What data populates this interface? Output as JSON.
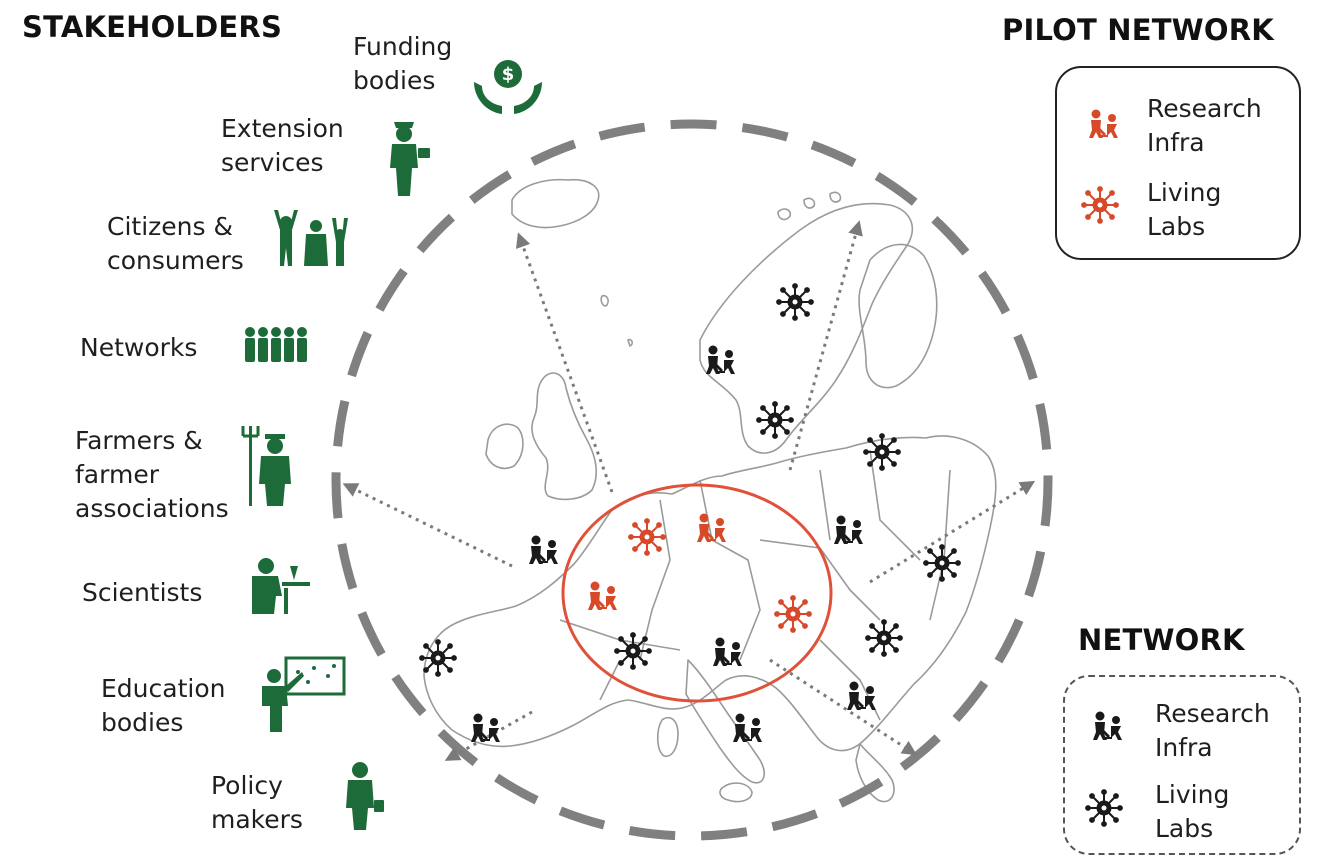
{
  "headings": {
    "stakeholders": "STAKEHOLDERS",
    "pilot_network": "PILOT NETWORK",
    "network": "NETWORK"
  },
  "stakeholders": [
    {
      "id": "funding",
      "label": "Funding\nbodies",
      "icon": "hands-coin-icon"
    },
    {
      "id": "extension",
      "label": "Extension\nservices",
      "icon": "advisor-with-tablet-icon"
    },
    {
      "id": "citizens",
      "label": "Citizens &\nconsumers",
      "icon": "family-cheering-icon"
    },
    {
      "id": "networks",
      "label": "Networks",
      "icon": "group-of-people-icon"
    },
    {
      "id": "farmers",
      "label": "Farmers &\nfarmer\nassociations",
      "icon": "farmer-with-pitchfork-icon"
    },
    {
      "id": "scientists",
      "label": "Scientists",
      "icon": "scientist-with-microscope-icon"
    },
    {
      "id": "education",
      "label": "Education\nbodies",
      "icon": "teacher-at-board-icon"
    },
    {
      "id": "policy",
      "label": "Policy\nmakers",
      "icon": "person-with-briefcase-icon"
    }
  ],
  "pilot_legend": {
    "research_infra": "Research\nInfra",
    "living_labs": "Living\nLabs"
  },
  "network_legend": {
    "research_infra": "Research\nInfra",
    "living_labs": "Living\nLabs"
  },
  "colors": {
    "stakeholder_green": "#1e6b3a",
    "pilot_red": "#d64a2a",
    "network_black": "#1a1a1a",
    "dashed_circle": "#808080",
    "map_outline": "#9a9a9a",
    "pilot_ellipse": "#e0513a"
  }
}
